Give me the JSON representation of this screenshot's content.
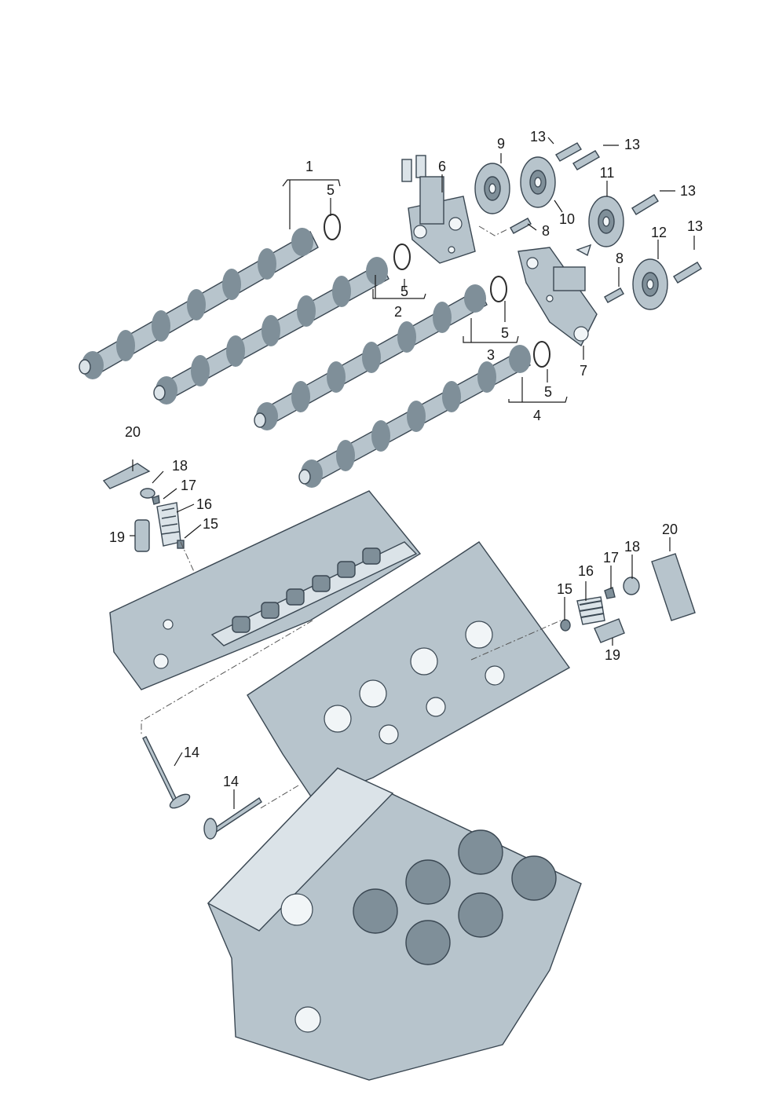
{
  "callouts": [
    {
      "id": "c1",
      "text": "1"
    },
    {
      "id": "c5a",
      "text": "5"
    },
    {
      "id": "c2",
      "text": "2"
    },
    {
      "id": "c5b",
      "text": "5"
    },
    {
      "id": "c3",
      "text": "3"
    },
    {
      "id": "c5c",
      "text": "5"
    },
    {
      "id": "c4",
      "text": "4"
    },
    {
      "id": "c5d",
      "text": "5"
    },
    {
      "id": "c6",
      "text": "6"
    },
    {
      "id": "c7",
      "text": "7"
    },
    {
      "id": "c8a",
      "text": "8"
    },
    {
      "id": "c8b",
      "text": "8"
    },
    {
      "id": "c9",
      "text": "9"
    },
    {
      "id": "c10",
      "text": "10"
    },
    {
      "id": "c11",
      "text": "11"
    },
    {
      "id": "c12",
      "text": "12"
    },
    {
      "id": "c13a",
      "text": "13"
    },
    {
      "id": "c13b",
      "text": "13"
    },
    {
      "id": "c13c",
      "text": "13"
    },
    {
      "id": "c13d",
      "text": "13"
    },
    {
      "id": "c14a",
      "text": "14"
    },
    {
      "id": "c14b",
      "text": "14"
    },
    {
      "id": "c15a",
      "text": "15"
    },
    {
      "id": "c15b",
      "text": "15"
    },
    {
      "id": "c16a",
      "text": "16"
    },
    {
      "id": "c16b",
      "text": "16"
    },
    {
      "id": "c17a",
      "text": "17"
    },
    {
      "id": "c17b",
      "text": "17"
    },
    {
      "id": "c18a",
      "text": "18"
    },
    {
      "id": "c18b",
      "text": "18"
    },
    {
      "id": "c19a",
      "text": "19"
    },
    {
      "id": "c19b",
      "text": "19"
    },
    {
      "id": "c20a",
      "text": "20"
    },
    {
      "id": "c20b",
      "text": "20"
    }
  ]
}
